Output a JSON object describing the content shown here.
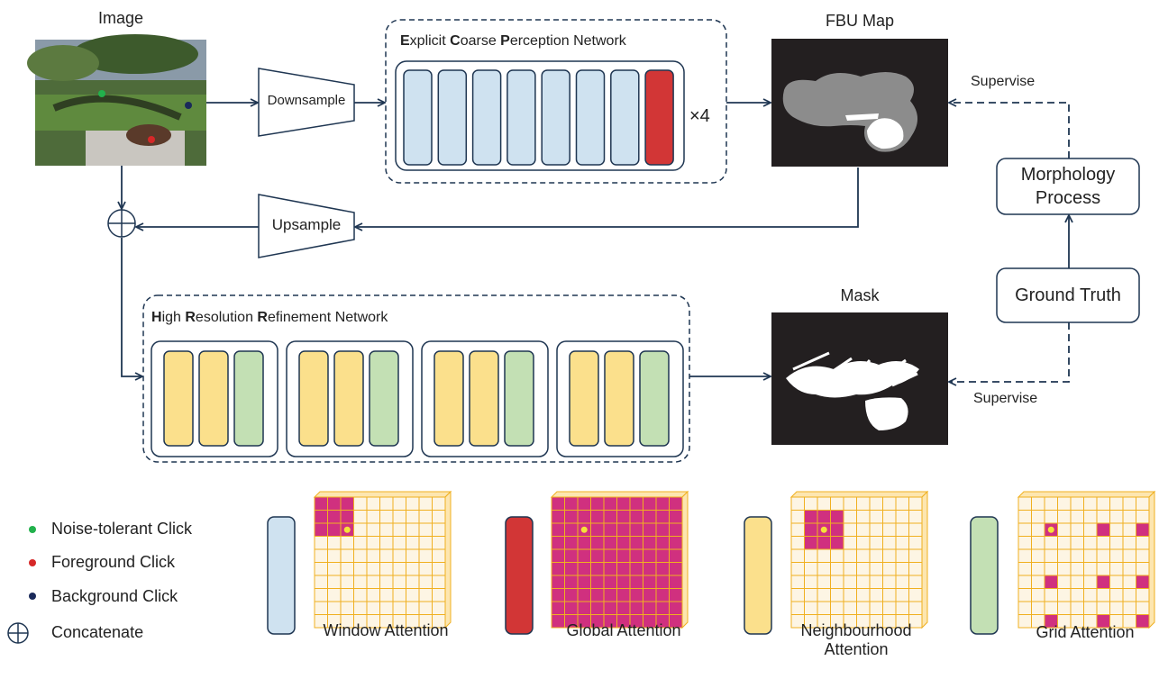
{
  "labels": {
    "image": "Image",
    "fbu_map": "FBU Map",
    "mask": "Mask",
    "downsample": "Downsample",
    "upsample": "Upsample",
    "times4": "×4",
    "supervise_top": "Supervise",
    "supervise_bottom": "Supervise",
    "morph_line1": "Morphology",
    "morph_line2": "Process",
    "ground_truth": "Ground Truth"
  },
  "ecpn": {
    "b1": "E",
    "t1": "xplicit ",
    "b2": "C",
    "t2": "oarse ",
    "b3": "P",
    "t3": "erception Network"
  },
  "hrrn": {
    "b1": "H",
    "t1": "igh ",
    "b2": "R",
    "t2": "esolution ",
    "b3": "R",
    "t3": "efinement Network"
  },
  "legend": {
    "noise": "Noise-tolerant Click",
    "foreground": "Foreground Click",
    "background": "Background Click",
    "concat": "Concatenate"
  },
  "attention": {
    "window": "Window Attention",
    "global": "Global Attention",
    "neigh1": "Neighbourhood",
    "neigh2": "Attention",
    "grid": "Grid Attention"
  },
  "colors": {
    "blue_block": "#cfe2f0",
    "red_block": "#d23636",
    "yellow_block": "#fbe08c",
    "green_block": "#c3e0b4",
    "magenta": "#d0307f",
    "grid_line": "#f0b020",
    "click_green": "#22b14c",
    "click_red": "#d62828",
    "click_navy": "#1a2a5a",
    "frame": "#1f3652"
  }
}
